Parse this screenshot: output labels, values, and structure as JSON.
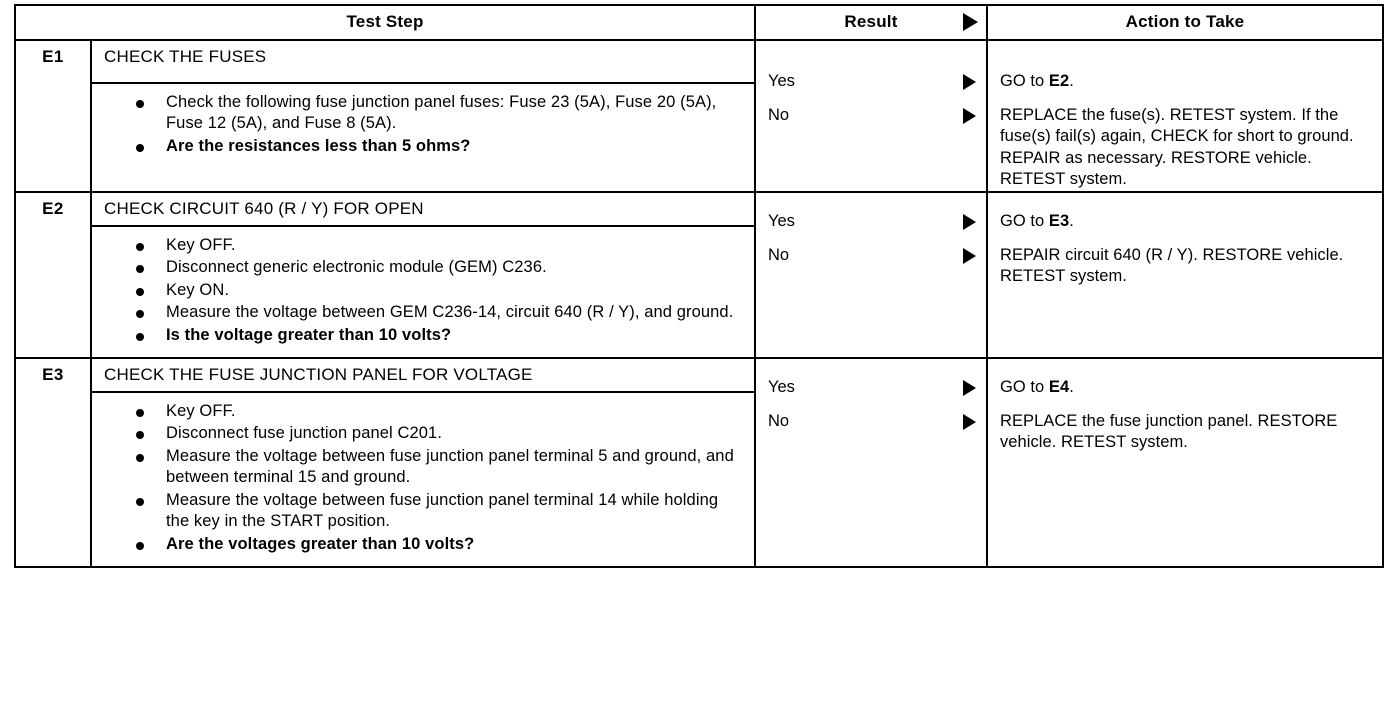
{
  "table": {
    "headers": {
      "test_step": "Test Step",
      "result": "Result",
      "action": "Action to Take",
      "result_arrow_icon": "right-triangle-icon"
    },
    "steps": [
      {
        "id": "E1",
        "title": "CHECK THE FUSES",
        "bullets": [
          {
            "text": "Check the following fuse junction panel fuses: Fuse 23 (5A), Fuse 20 (5A), Fuse 12 (5A), and Fuse 8 (5A).",
            "bold": false
          },
          {
            "text": "Are the resistances less than 5 ohms?",
            "bold": true
          }
        ],
        "results": [
          {
            "label": "Yes",
            "arrow_icon": "right-triangle-icon"
          },
          {
            "label": "No",
            "arrow_icon": "right-triangle-icon"
          }
        ],
        "actions": [
          {
            "lead": "GO to ",
            "emphasis": "E2",
            "tail": "."
          },
          {
            "lead": "REPLACE the fuse(s). RETEST system. If the fuse(s) fail(s) again, CHECK for short to ground. REPAIR as necessary. RESTORE vehicle. RETEST system.",
            "emphasis": "",
            "tail": ""
          }
        ]
      },
      {
        "id": "E2",
        "title": "CHECK CIRCUIT 640 (R / Y) FOR OPEN",
        "bullets": [
          {
            "text": "Key OFF.",
            "bold": false
          },
          {
            "text": "Disconnect generic electronic module (GEM) C236.",
            "bold": false
          },
          {
            "text": "Key ON.",
            "bold": false
          },
          {
            "text": "Measure the voltage between GEM C236-14, circuit 640 (R / Y), and ground.",
            "bold": false
          },
          {
            "text": "Is the voltage greater than 10 volts?",
            "bold": true
          }
        ],
        "results": [
          {
            "label": "Yes",
            "arrow_icon": "right-triangle-icon"
          },
          {
            "label": "No",
            "arrow_icon": "right-triangle-icon"
          }
        ],
        "actions": [
          {
            "lead": "GO to ",
            "emphasis": "E3",
            "tail": "."
          },
          {
            "lead": "REPAIR circuit 640 (R / Y). RESTORE vehicle. RETEST system.",
            "emphasis": "",
            "tail": ""
          }
        ]
      },
      {
        "id": "E3",
        "title": "CHECK THE FUSE JUNCTION PANEL FOR VOLTAGE",
        "bullets": [
          {
            "text": "Key OFF.",
            "bold": false
          },
          {
            "text": "Disconnect fuse junction panel C201.",
            "bold": false
          },
          {
            "text": "Measure the voltage between fuse junction panel terminal 5 and ground, and between terminal 15 and ground.",
            "bold": false
          },
          {
            "text": "Measure the voltage between fuse junction panel terminal 14 while holding the key in the START position.",
            "bold": false
          },
          {
            "text": "Are the voltages greater than 10 volts?",
            "bold": true
          }
        ],
        "results": [
          {
            "label": "Yes",
            "arrow_icon": "right-triangle-icon"
          },
          {
            "label": "No",
            "arrow_icon": "right-triangle-icon"
          }
        ],
        "actions": [
          {
            "lead": "GO to ",
            "emphasis": "E4",
            "tail": "."
          },
          {
            "lead": "REPLACE the fuse junction panel. RESTORE vehicle. RETEST system.",
            "emphasis": "",
            "tail": ""
          }
        ]
      }
    ]
  }
}
